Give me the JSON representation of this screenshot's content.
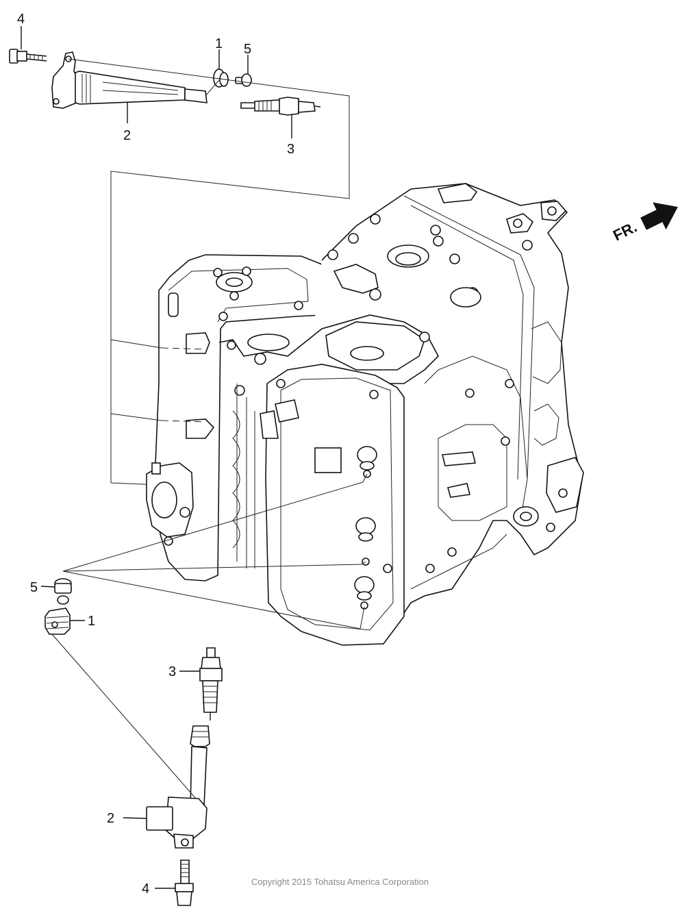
{
  "callouts": {
    "top_4": "4",
    "top_1": "1",
    "top_5": "5",
    "top_2": "2",
    "top_3": "3",
    "bottom_5": "5",
    "bottom_1": "1",
    "bottom_3": "3",
    "bottom_2": "2",
    "bottom_4": "4"
  },
  "direction": {
    "label": "FR."
  },
  "copyright": "Copyright 2015 Tohatsu America Corporation"
}
